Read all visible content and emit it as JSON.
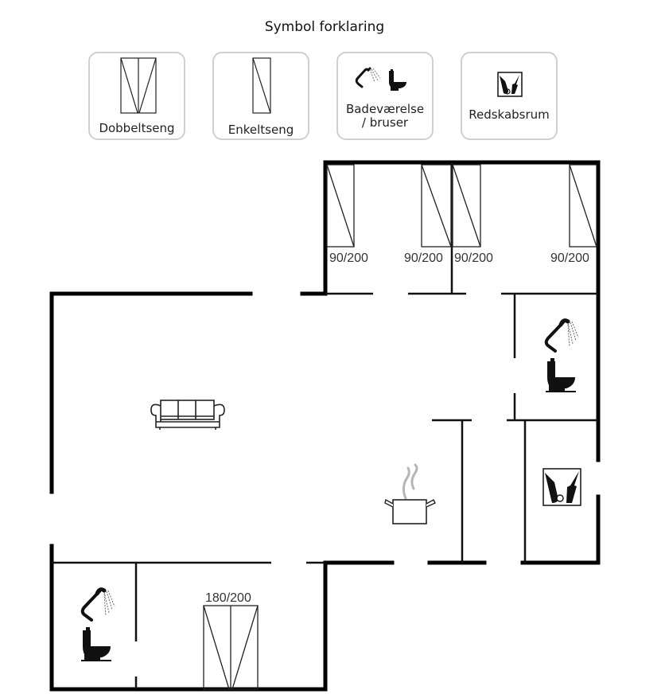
{
  "legend": {
    "title": "Symbol forklaring",
    "items": [
      {
        "id": "double-bed",
        "icon": "double-bed-icon",
        "label": "Dobbeltseng"
      },
      {
        "id": "single-bed",
        "icon": "single-bed-icon",
        "label": "Enkeltseng"
      },
      {
        "id": "bathroom",
        "icon": "shower-toilet-icon",
        "label_line1": "Badeværelse",
        "label_line2": "/ bruser"
      },
      {
        "id": "utility",
        "icon": "utility-room-icon",
        "label": "Redskabsrum"
      }
    ]
  },
  "floorplan": {
    "beds": [
      {
        "type": "single",
        "size": "90/200",
        "room": "bedroom-1"
      },
      {
        "type": "single",
        "size": "90/200",
        "room": "bedroom-2"
      },
      {
        "type": "single",
        "size": "90/200",
        "room": "bedroom-3"
      },
      {
        "type": "single",
        "size": "90/200",
        "room": "bedroom-3"
      },
      {
        "type": "double",
        "size": "180/200",
        "room": "bedroom-4"
      }
    ],
    "rooms": [
      {
        "name": "living-room",
        "icon": "sofa-icon"
      },
      {
        "name": "kitchen",
        "icon": "cooking-pot-icon"
      },
      {
        "name": "bathroom-east",
        "icon": "shower-toilet-icon"
      },
      {
        "name": "utility-room",
        "icon": "utility-room-icon"
      },
      {
        "name": "bathroom-west",
        "icon": "shower-toilet-icon"
      }
    ],
    "colors": {
      "wall": "#000000",
      "line": "#222222",
      "steam": "#b5b5b5"
    }
  }
}
